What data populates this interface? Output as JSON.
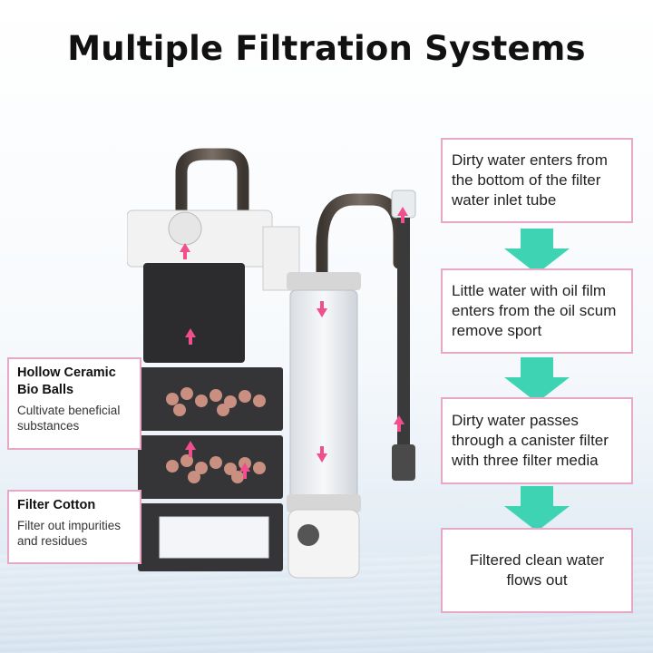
{
  "title": "Multiple Filtration Systems",
  "steps": [
    {
      "text": "Dirty water enters from the bottom of the filter water inlet tube"
    },
    {
      "text": "Little water with oil film enters from the oil scum remove sport"
    },
    {
      "text": "Dirty water passes through a canister filter with three filter media"
    },
    {
      "text": "Filtered clean water flows out"
    }
  ],
  "callouts": [
    {
      "heading": "Hollow Ceramic Bio Balls",
      "body": "Cultivate beneficial substances"
    },
    {
      "heading": "Filter Cotton",
      "body": "Filter out impurities and residues"
    }
  ],
  "colors": {
    "accent_border": "#e6a8c4",
    "flow_arrow": "#3ed3b2",
    "water_arrow": "#f04e8c"
  }
}
